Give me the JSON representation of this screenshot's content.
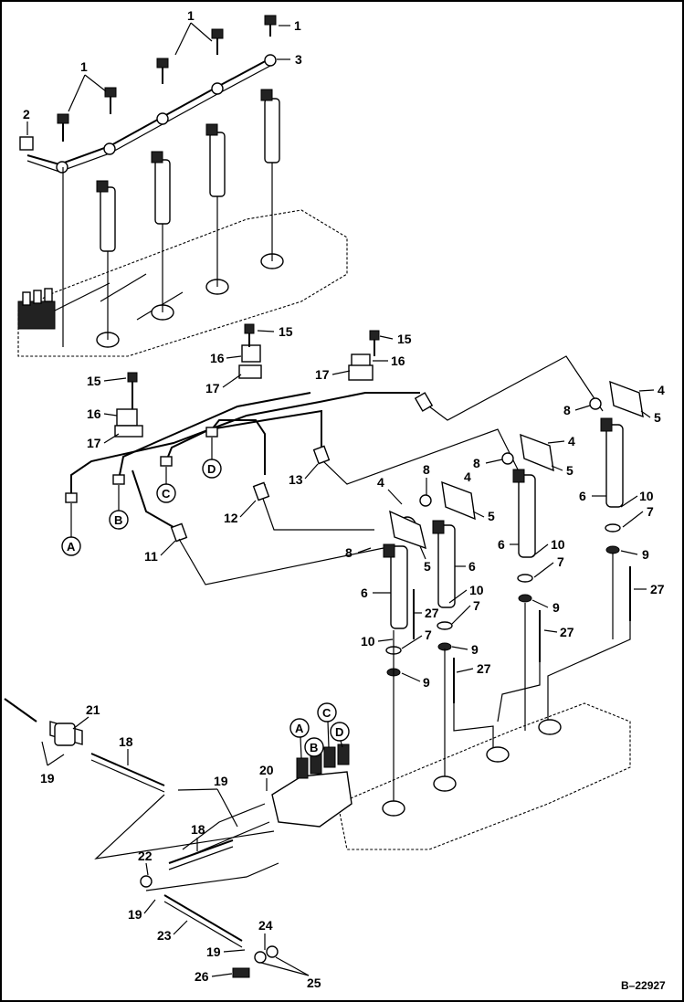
{
  "document_ref": "B–22927",
  "callouts": {
    "n1": "1",
    "n2": "2",
    "n3": "3",
    "n4": "4",
    "n5": "5",
    "n6": "6",
    "n7": "7",
    "n8": "8",
    "n9": "9",
    "n10": "10",
    "n11": "11",
    "n12": "12",
    "n13": "13",
    "n15": "15",
    "n16": "16",
    "n17": "17",
    "n18": "18",
    "n19": "19",
    "n20": "20",
    "n21": "21",
    "n22": "22",
    "n23": "23",
    "n24": "24",
    "n25": "25",
    "n26": "26",
    "n27": "27"
  },
  "circled": {
    "A": "A",
    "B": "B",
    "C": "C",
    "D": "D"
  }
}
